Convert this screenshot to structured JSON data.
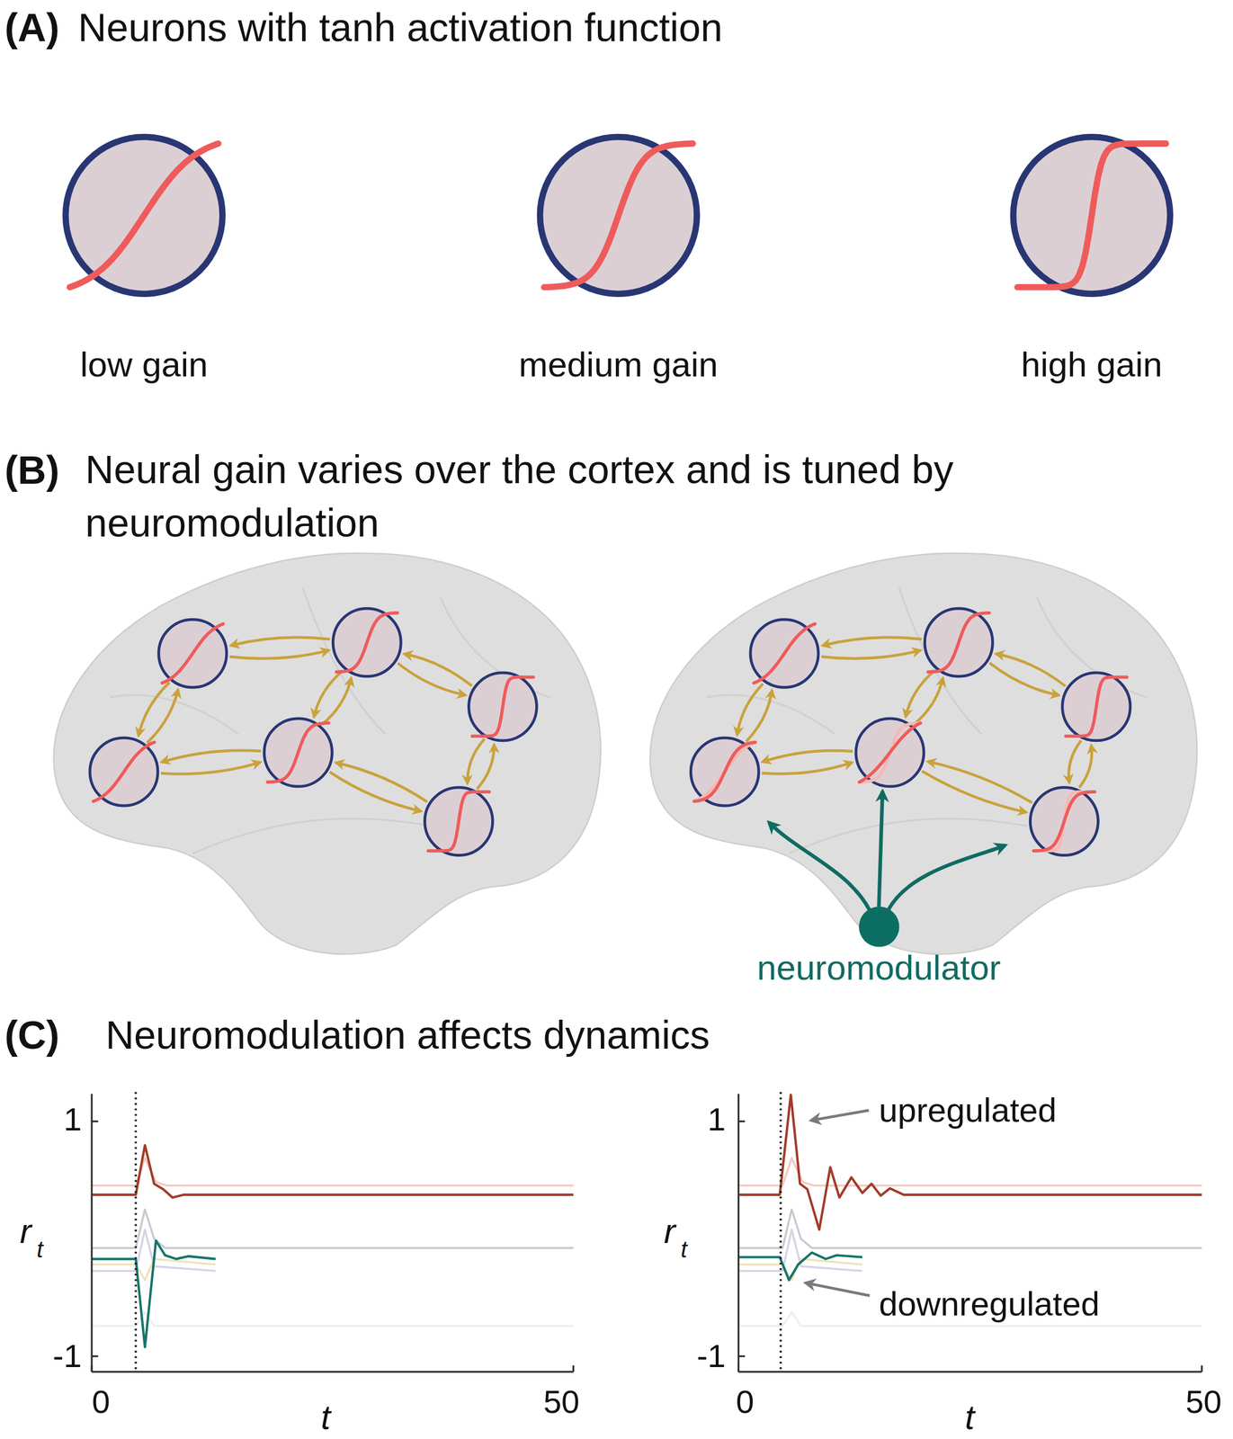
{
  "diagram": {
    "nodes": [
      {
        "text": [
          "low gain"
        ]
      },
      {
        "text": [
          "medium gain"
        ]
      },
      {
        "text": [
          "high gain"
        ]
      },
      {
        "text": [
          "neuromodulator"
        ]
      }
    ],
    "labels": [
      "(A)",
      "Neurons with tanh activation function",
      "(B)",
      "Neural gain varies over the cortex and is tuned by neuromodulation",
      "(C)",
      "Neuromodulation affects dynamics",
      "1",
      "-1",
      "0",
      "50",
      "t",
      "r",
      "t",
      "1",
      "-1",
      "0",
      "50",
      "t",
      "r",
      "t",
      "upregulated",
      "downregulated"
    ]
  }
}
